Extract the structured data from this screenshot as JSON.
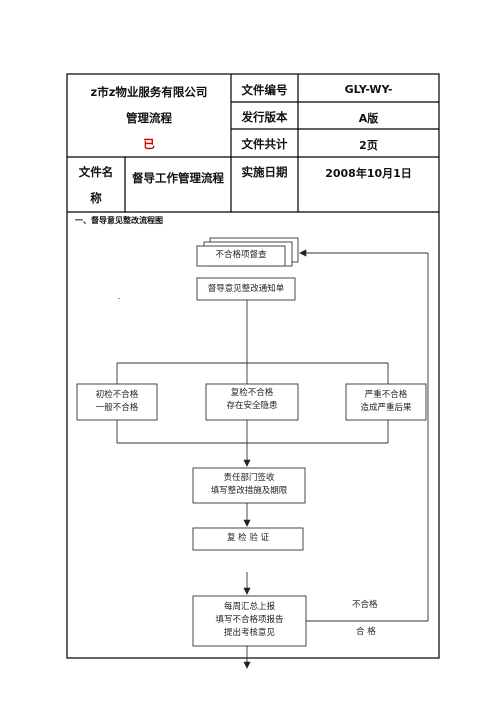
{
  "header": {
    "company": "z市z物业服务有限公司",
    "subtitle": "管理流程",
    "mark": "已",
    "rows": [
      {
        "label": "文件编号",
        "value": "GLY-WY-"
      },
      {
        "label": "发行版本",
        "value": "A版"
      },
      {
        "label": "文件共计",
        "value": "2页"
      }
    ],
    "name_label_line1": "文件名",
    "name_label_line2": "称",
    "doc_name": "督导工作管理流程",
    "impl_label": "实施日期",
    "impl_date": "2008年10月1日"
  },
  "section_title": "一、督导意见整改流程图",
  "flow": {
    "start": "不合格项督查",
    "notice": "督导意见整改通知单",
    "dot": ".",
    "branch_left": [
      "初检不合格",
      "一般不合格"
    ],
    "branch_mid": [
      "复检不合格",
      "存在安全隐患"
    ],
    "branch_right": [
      "严重不合格",
      "造成严重后果"
    ],
    "sign": [
      "责任部门签收",
      "填写整改措施及期限"
    ],
    "verify": "复 检 验 证",
    "report": [
      "每周汇总上报",
      "填写不合格项报告",
      "提出考核意见"
    ],
    "fail_label": "不合格",
    "pass_label": "合 格"
  },
  "colors": {
    "border": "#000000",
    "mark": "#d40000"
  }
}
